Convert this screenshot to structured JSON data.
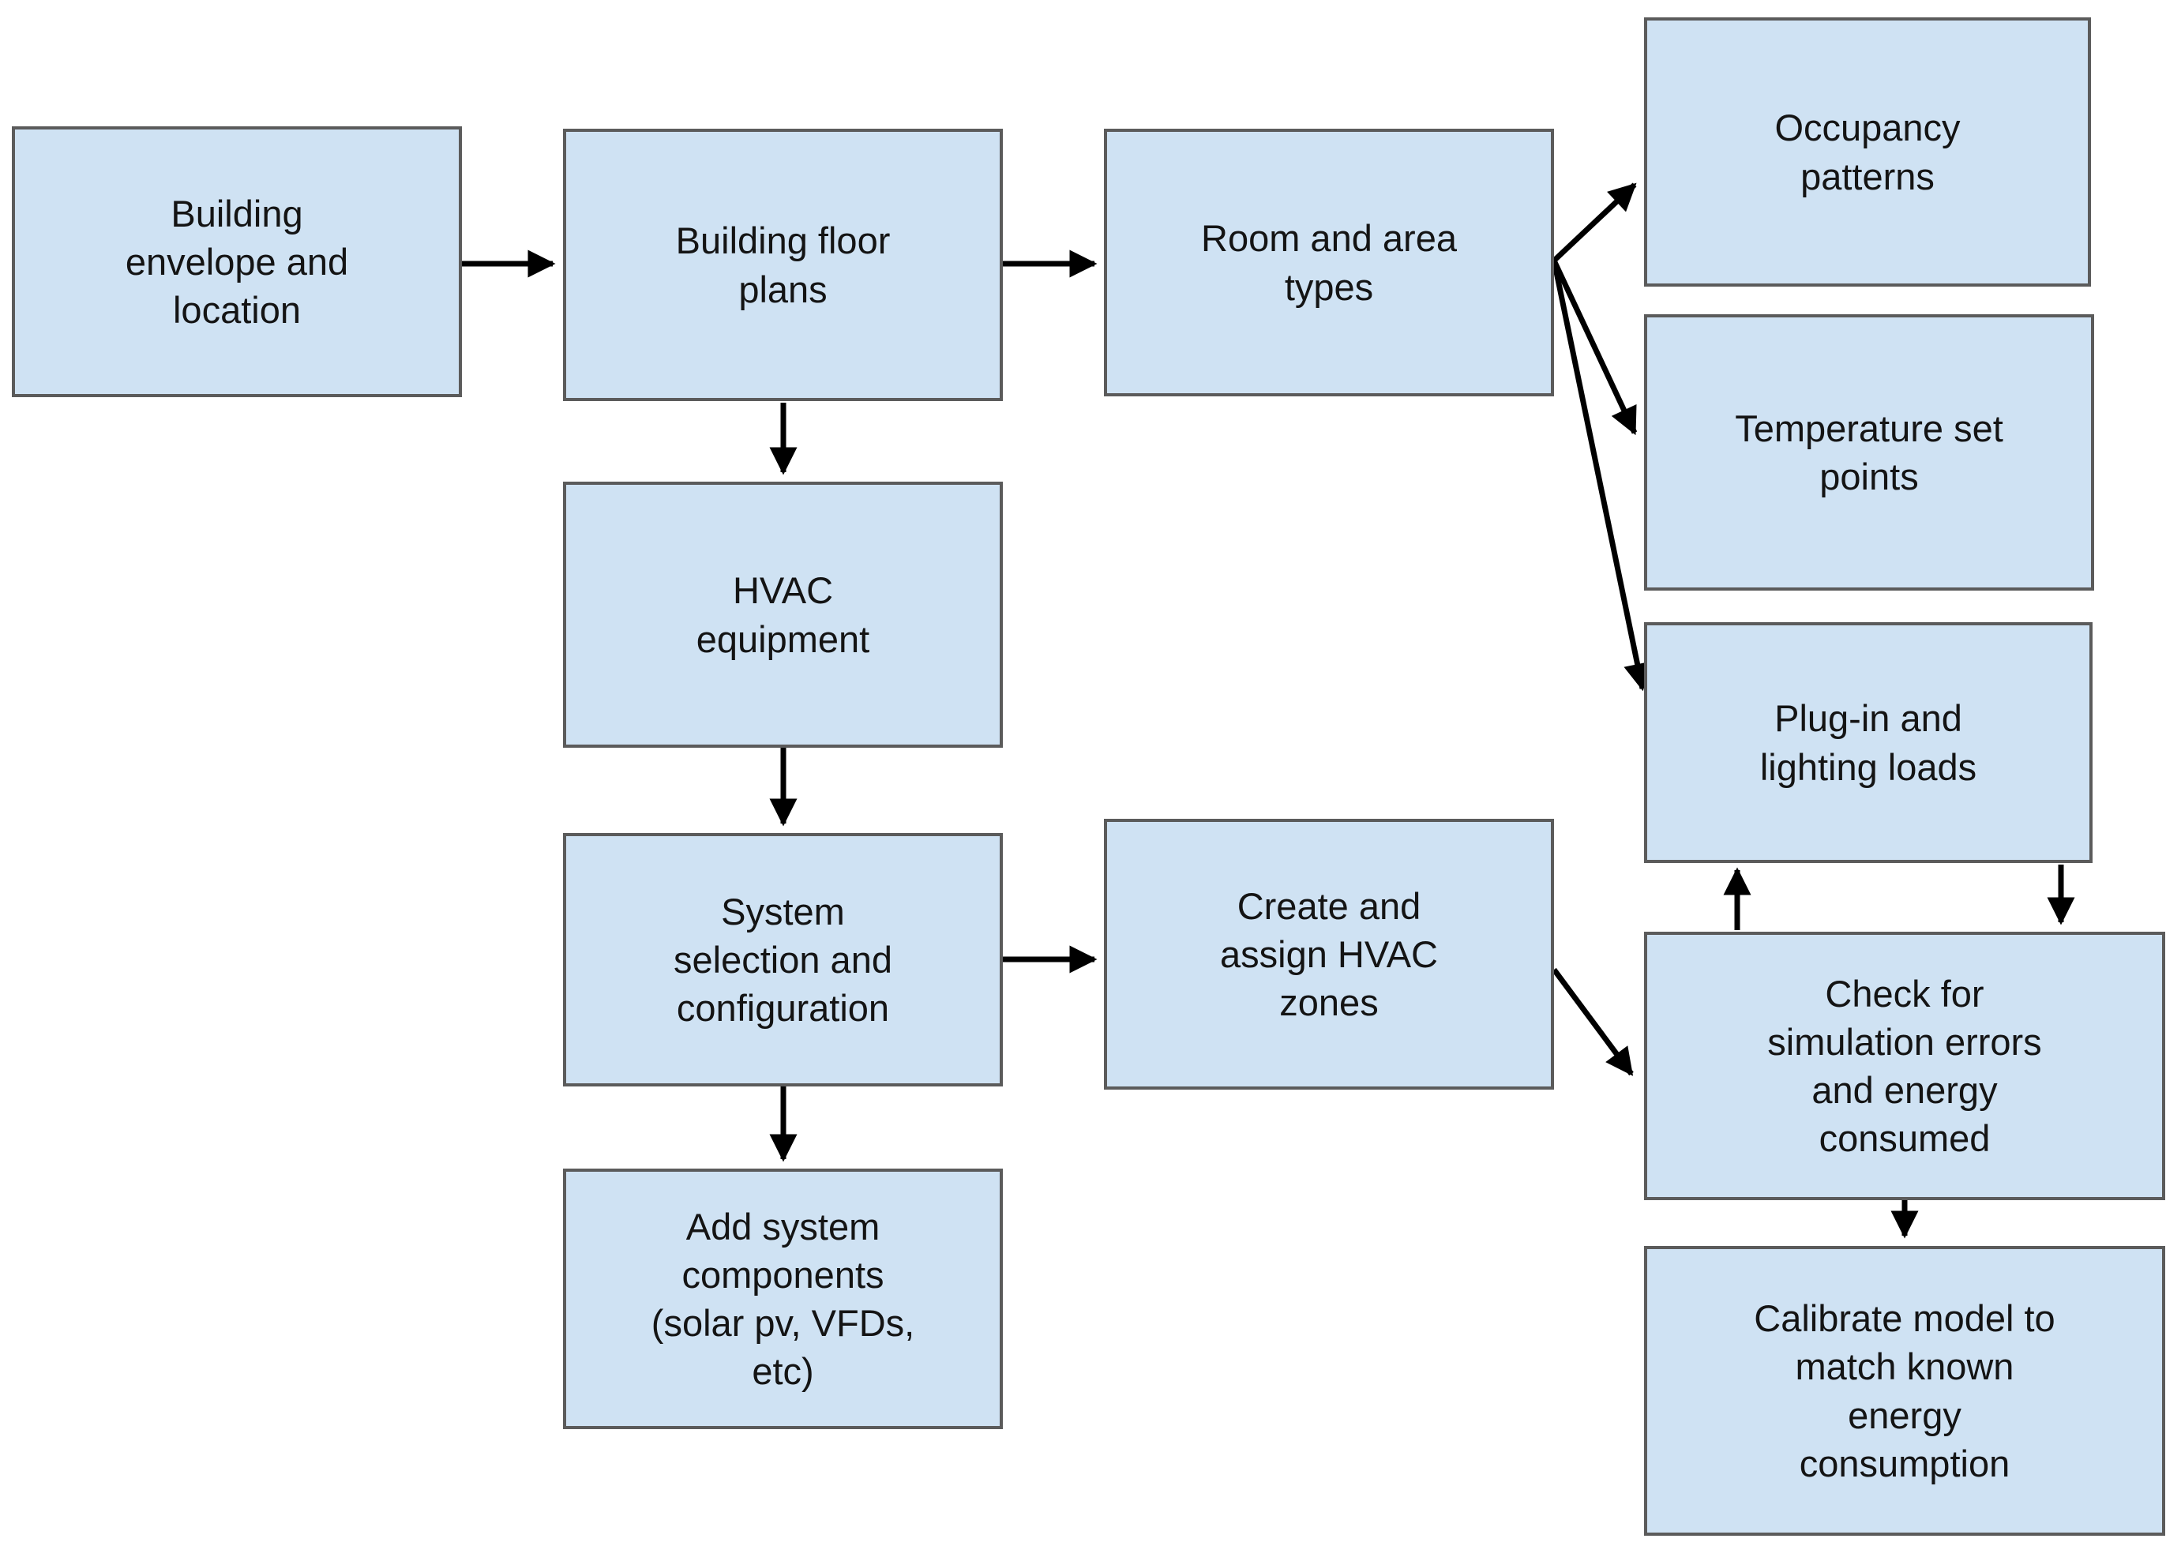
{
  "colors": {
    "node_fill": "#cfe2f3",
    "node_border": "#5b5b5b",
    "arrow_color": "#000000",
    "text_color": "#141414",
    "background": "#ffffff"
  },
  "diagram": {
    "type": "flowchart",
    "nodes": [
      {
        "id": "building-envelope",
        "label": "Building\nenvelope and\nlocation"
      },
      {
        "id": "building-floor-plans",
        "label": "Building floor\nplans"
      },
      {
        "id": "room-and-area-types",
        "label": "Room and area\ntypes"
      },
      {
        "id": "occupancy-patterns",
        "label": "Occupancy\npatterns"
      },
      {
        "id": "temperature-set-points",
        "label": "Temperature set\npoints"
      },
      {
        "id": "plug-in-and-lighting-loads",
        "label": "Plug-in and\nlighting loads"
      },
      {
        "id": "hvac-equipment",
        "label": "HVAC\nequipment"
      },
      {
        "id": "system-selection-and-configuration",
        "label": "System\nselection and\nconfiguration"
      },
      {
        "id": "create-and-assign-hvac-zones",
        "label": "Create and\nassign HVAC\nzones"
      },
      {
        "id": "add-system-components",
        "label": "Add system\ncomponents\n(solar pv, VFDs,\netc)"
      },
      {
        "id": "check-for-simulation-errors",
        "label": "Check for\nsimulation errors\nand energy\nconsumed"
      },
      {
        "id": "calibrate-model",
        "label": "Calibrate model to\nmatch known\nenergy\nconsumption"
      }
    ],
    "edges": [
      {
        "from": "building-envelope",
        "to": "building-floor-plans"
      },
      {
        "from": "building-floor-plans",
        "to": "room-and-area-types"
      },
      {
        "from": "room-and-area-types",
        "to": "occupancy-patterns"
      },
      {
        "from": "room-and-area-types",
        "to": "temperature-set-points"
      },
      {
        "from": "room-and-area-types",
        "to": "plug-in-and-lighting-loads"
      },
      {
        "from": "building-floor-plans",
        "to": "hvac-equipment"
      },
      {
        "from": "hvac-equipment",
        "to": "system-selection-and-configuration"
      },
      {
        "from": "system-selection-and-configuration",
        "to": "create-and-assign-hvac-zones"
      },
      {
        "from": "system-selection-and-configuration",
        "to": "add-system-components"
      },
      {
        "from": "create-and-assign-hvac-zones",
        "to": "check-for-simulation-errors"
      },
      {
        "from": "check-for-simulation-errors",
        "to": "plug-in-and-lighting-loads"
      },
      {
        "from": "plug-in-and-lighting-loads",
        "to": "check-for-simulation-errors"
      },
      {
        "from": "check-for-simulation-errors",
        "to": "calibrate-model"
      }
    ]
  }
}
